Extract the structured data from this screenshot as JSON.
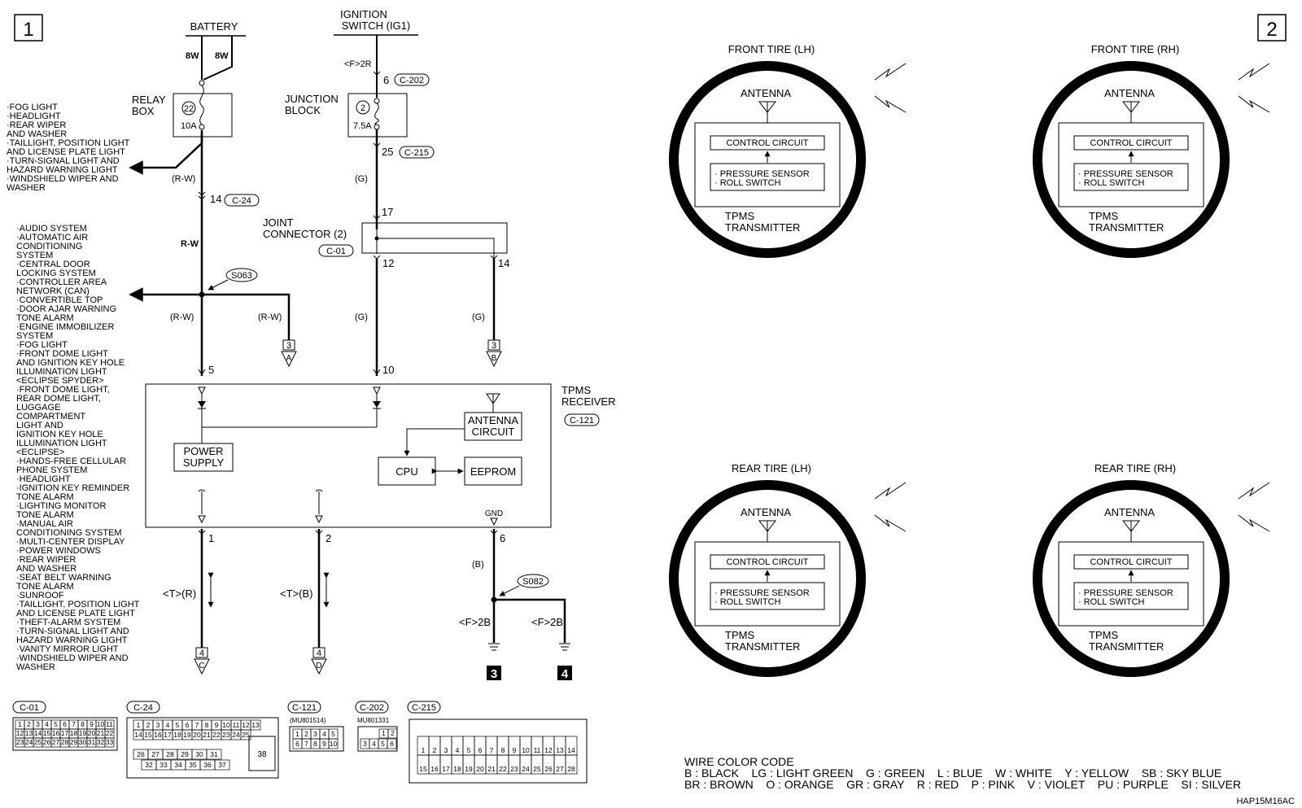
{
  "sheet_numbers": [
    "1",
    "2"
  ],
  "power": {
    "battery": "BATTERY",
    "ignition_line1": "IGNITION",
    "ignition_line2": "SWITCH (IG1)",
    "relay_box_line1": "RELAY",
    "relay_box_line2": "BOX",
    "relay_fuse_no": "22",
    "relay_fuse_amp": "10A",
    "junction_block_line1": "JUNCTION",
    "junction_block_line2": "BLOCK",
    "jb_fuse_no": "2",
    "jb_fuse_amp": "7.5A",
    "wire_8w_a": "8W",
    "wire_8w_b": "8W",
    "f2r": "<F>2R",
    "pin6": "6",
    "c202": "C-202",
    "pin25": "25",
    "c215": "C-215",
    "g1": "(G)",
    "rw1": "(R-W)",
    "pin14": "14",
    "c24": "C-24",
    "rw_plain": "R-W",
    "s063": "S063",
    "rw2": "(R-W)",
    "rw3": "(R-W)",
    "pin5": "5",
    "joint_line1": "JOINT",
    "joint_line2": "CONNECTOR (2)",
    "c01": "C-01",
    "pin17": "17",
    "pin12": "12",
    "pin14b": "14",
    "g2": "(G)",
    "g3": "(G)",
    "pin10": "10",
    "conn3a_num": "3",
    "conn3a_let": "A",
    "conn3b_num": "3",
    "conn3b_let": "B"
  },
  "left_list_1": [
    "·FOG LIGHT",
    "·HEADLIGHT",
    "·REAR WIPER",
    " AND WASHER",
    "·TAILLIGHT, POSITION LIGHT",
    " AND LICENSE PLATE LIGHT",
    "·TURN-SIGNAL LIGHT AND",
    " HAZARD WARNING LIGHT",
    "·WINDSHIELD WIPER AND",
    " WASHER"
  ],
  "left_list_2": [
    "·AUDIO SYSTEM",
    "·AUTOMATIC AIR",
    " CONDITIONING",
    " SYSTEM",
    "·CENTRAL DOOR",
    " LOCKING SYSTEM",
    "·CONTROLLER AREA",
    " NETWORK (CAN)",
    "·CONVERTIBLE TOP",
    "·DOOR AJAR WARNING",
    " TONE ALARM",
    "·ENGINE IMMOBILIZER",
    " SYSTEM",
    "·FOG LIGHT",
    "·FRONT DOME LIGHT",
    " AND IGNITION KEY HOLE",
    " ILLUMINATION LIGHT",
    " <ECLIPSE SPYDER>",
    "·FRONT DOME LIGHT,",
    " REAR DOME LIGHT,",
    " LUGGAGE",
    " COMPARTMENT",
    " LIGHT AND",
    " IGNITION KEY HOLE",
    " ILLUMINATION LIGHT",
    " <ECLIPSE>",
    "·HANDS-FREE CELLULAR",
    " PHONE SYSTEM",
    "·HEADLIGHT",
    "·IGNITION KEY REMINDER",
    " TONE ALARM",
    "·LIGHTING MONITOR",
    " TONE ALARM",
    "·MANUAL AIR",
    " CONDITIONING SYSTEM",
    "·MULTI-CENTER DISPLAY",
    "·POWER WINDOWS",
    "·REAR WIPER",
    " AND WASHER",
    "·SEAT BELT WARNING",
    " TONE ALARM",
    "·SUNROOF",
    "·TAILLIGHT, POSITION LIGHT",
    " AND LICENSE PLATE LIGHT",
    "·THEFT-ALARM SYSTEM",
    "·TURN-SIGNAL LIGHT AND",
    " HAZARD WARNING LIGHT",
    "·VANITY MIRROR LIGHT",
    "·WINDSHIELD WIPER AND",
    " WASHER"
  ],
  "receiver": {
    "title_line1": "TPMS",
    "title_line2": "RECEIVER",
    "connector": "C-121",
    "power_supply_line1": "POWER",
    "power_supply_line2": "SUPPLY",
    "antenna_circuit_line1": "ANTENNA",
    "antenna_circuit_line2": "CIRCUIT",
    "cpu": "CPU",
    "eeprom": "EEPROM",
    "gnd": "GND"
  },
  "bottom": {
    "pin1": "1",
    "pin2": "2",
    "pin6": "6",
    "tr": "<T>(R)",
    "tb": "<T>(B)",
    "b": "(B)",
    "s082": "S082",
    "f2b_a": "<F>2B",
    "f2b_b": "<F>2B",
    "conn4c_num": "4",
    "conn4c_let": "C",
    "conn4d_num": "4",
    "conn4d_let": "D",
    "ground3": "3",
    "ground4": "4"
  },
  "connectors": {
    "c01": {
      "label": "C-01",
      "rows": [
        [
          "1",
          "2",
          "3",
          "4",
          "5",
          "6",
          "7",
          "8",
          "9",
          "10",
          "11"
        ],
        [
          "12",
          "13",
          "14",
          "15",
          "16",
          "17",
          "18",
          "19",
          "20",
          "21",
          "22"
        ],
        [
          "23",
          "24",
          "25",
          "26",
          "27",
          "28",
          "29",
          "30",
          "31",
          "32",
          "33"
        ]
      ]
    },
    "c24": {
      "label": "C-24",
      "rows": [
        [
          "1",
          "2",
          "3",
          "4",
          "5",
          "6",
          "7",
          "8",
          "9",
          "10",
          "11",
          "12",
          "13"
        ],
        [
          "14",
          "15",
          "16",
          "17",
          "18",
          "19",
          "20",
          "21",
          "22",
          "23",
          "24",
          "25"
        ],
        [
          "26",
          "27",
          "28",
          "29",
          "30",
          "31"
        ],
        [
          "32",
          "33",
          "34",
          "35",
          "36",
          "37"
        ]
      ],
      "extra": "38"
    },
    "c121": {
      "label": "C-121",
      "part": "(MU801514)",
      "rows": [
        [
          "1",
          "2",
          "3",
          "4",
          "5"
        ],
        [
          "6",
          "7",
          "8",
          "9",
          "10"
        ]
      ]
    },
    "c202": {
      "label": "C-202",
      "part": "MU801331",
      "rows": [
        [
          "1",
          "2"
        ],
        [
          "3",
          "4",
          "5",
          "6"
        ]
      ]
    },
    "c215": {
      "label": "C-215",
      "rows": [
        [
          "1",
          "2",
          "3",
          "4",
          "5",
          "6",
          "7",
          "8",
          "9",
          "10",
          "11",
          "12",
          "13",
          "14"
        ],
        [
          "15",
          "16",
          "17",
          "18",
          "19",
          "20",
          "21",
          "22",
          "23",
          "24",
          "25",
          "26",
          "27",
          "28"
        ]
      ]
    }
  },
  "tires": [
    {
      "title": "FRONT TIRE (LH)",
      "antenna": "ANTENNA",
      "control": "CONTROL CIRCUIT",
      "sensor1": "· PRESSURE SENSOR",
      "sensor2": "· ROLL SWITCH",
      "tx1": "TPMS",
      "tx2": "TRANSMITTER"
    },
    {
      "title": "FRONT TIRE (RH)",
      "antenna": "ANTENNA",
      "control": "CONTROL CIRCUIT",
      "sensor1": "· PRESSURE SENSOR",
      "sensor2": "· ROLL SWITCH",
      "tx1": "TPMS",
      "tx2": "TRANSMITTER"
    },
    {
      "title": "REAR TIRE (LH)",
      "antenna": "ANTENNA",
      "control": "CONTROL CIRCUIT",
      "sensor1": "· PRESSURE SENSOR",
      "sensor2": "· ROLL SWITCH",
      "tx1": "TPMS",
      "tx2": "TRANSMITTER"
    },
    {
      "title": "REAR TIRE (RH)",
      "antenna": "ANTENNA",
      "control": "CONTROL CIRCUIT",
      "sensor1": "· PRESSURE SENSOR",
      "sensor2": "· ROLL SWITCH",
      "tx1": "TPMS",
      "tx2": "TRANSMITTER"
    }
  ],
  "wire_color_code": {
    "title": "WIRE COLOR CODE",
    "line1": "B : BLACK    LG : LIGHT GREEN    G : GREEN    L : BLUE    W : WHITE    Y : YELLOW    SB : SKY BLUE",
    "line2": "BR : BROWN    O : ORANGE    GR : GRAY    R : RED    P : PINK    V : VIOLET    PU : PURPLE    SI : SILVER"
  },
  "figure_code": "HAP15M16AC"
}
